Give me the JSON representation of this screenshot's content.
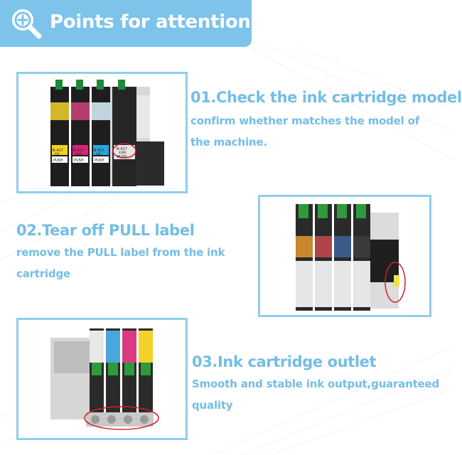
{
  "banner": {
    "title": "Points for attention",
    "icon": "magnifier-plus-icon",
    "color": "#7dc3ea"
  },
  "accent_color": "#74bde6",
  "steps": [
    {
      "heading": "01.Check the ink cartridge model",
      "desc_line1": "confirm whether matches the model of",
      "desc_line2": "the machine.",
      "cartridge_labels": [
        "B-417",
        "B-417",
        "B-417",
        "B-417"
      ],
      "cartridge_sublabels": [
        "XLY",
        "XLM",
        "XLC",
        "XLBK"
      ],
      "push_label": "PUSH"
    },
    {
      "heading": "02.Tear off PULL label",
      "desc_line1": "remove the PULL label from the ink",
      "desc_line2": "cartridge"
    },
    {
      "heading": "03.Ink cartridge outlet",
      "desc_line1": "Smooth and stable ink output,guaranteed",
      "desc_line2": "quality"
    }
  ]
}
